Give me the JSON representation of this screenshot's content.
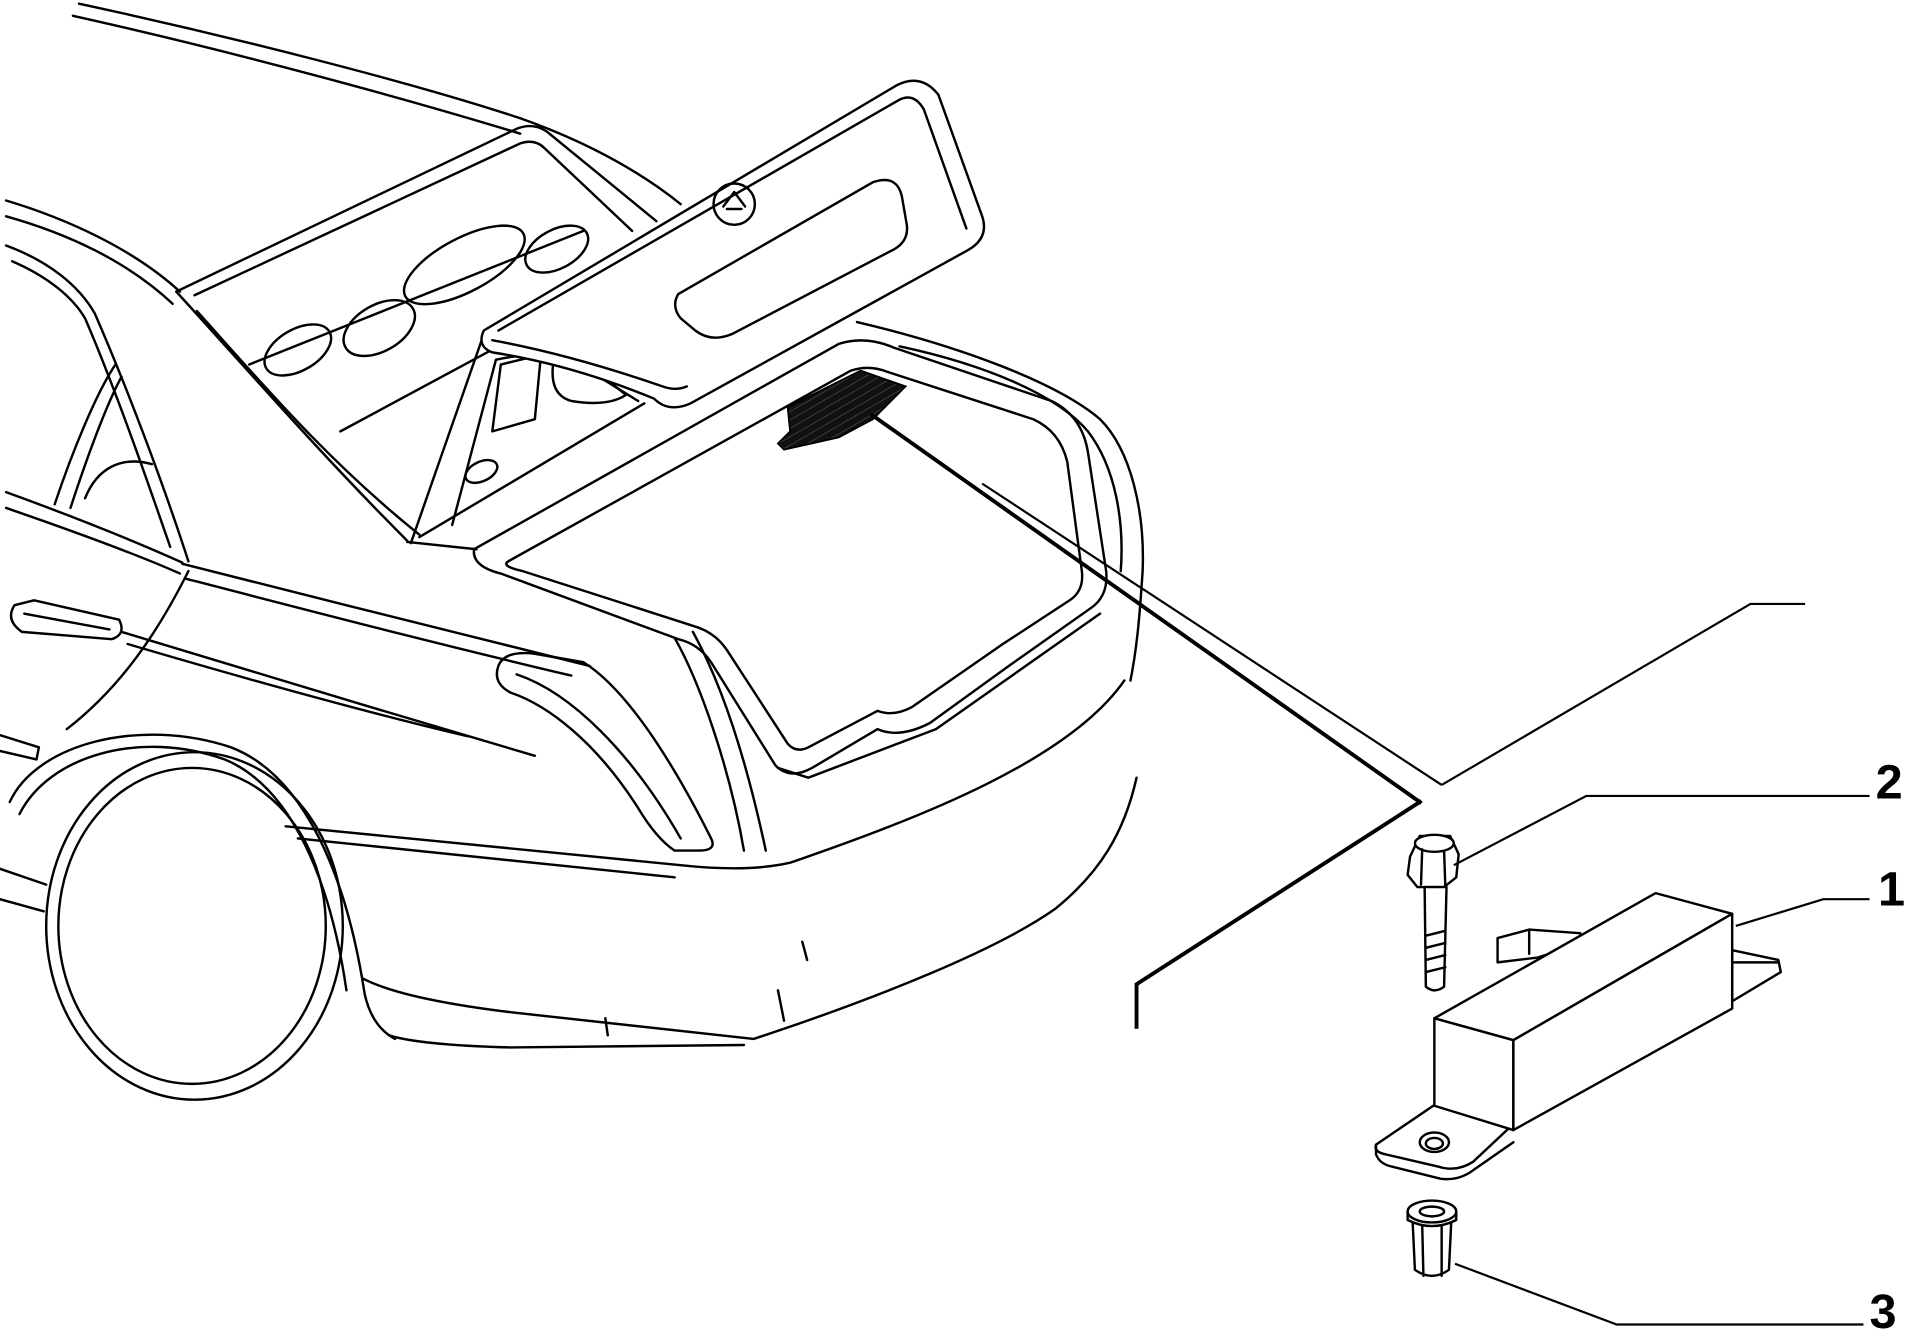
{
  "diagram": {
    "callouts": [
      {
        "label": "1"
      },
      {
        "label": "2"
      },
      {
        "label": "3"
      }
    ],
    "colors": {
      "line": "#000000",
      "background": "#ffffff"
    }
  }
}
